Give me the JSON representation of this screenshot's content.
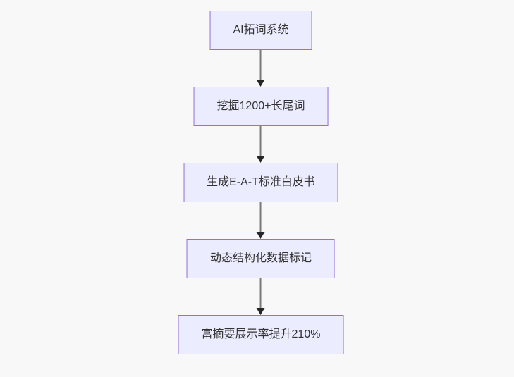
{
  "flowchart": {
    "type": "flowchart-top-down",
    "nodes": [
      {
        "id": "node-1",
        "label": "AI拓词系统"
      },
      {
        "id": "node-2",
        "label": "挖掘1200+长尾词"
      },
      {
        "id": "node-3",
        "label": "生成E-A-T标准白皮书"
      },
      {
        "id": "node-4",
        "label": "动态结构化数据标记"
      },
      {
        "id": "node-5",
        "label": "富摘要展示率提升210%"
      }
    ],
    "edges": [
      {
        "from": "node-1",
        "to": "node-2"
      },
      {
        "from": "node-2",
        "to": "node-3"
      },
      {
        "from": "node-3",
        "to": "node-4"
      },
      {
        "from": "node-4",
        "to": "node-5"
      }
    ],
    "colors": {
      "background": "#F8F8F8",
      "node_fill": "#ECECFF",
      "node_border": "#9370DB",
      "node_text": "#333333",
      "arrow_line": "#7A7A7A",
      "arrow_head": "#262626"
    }
  }
}
